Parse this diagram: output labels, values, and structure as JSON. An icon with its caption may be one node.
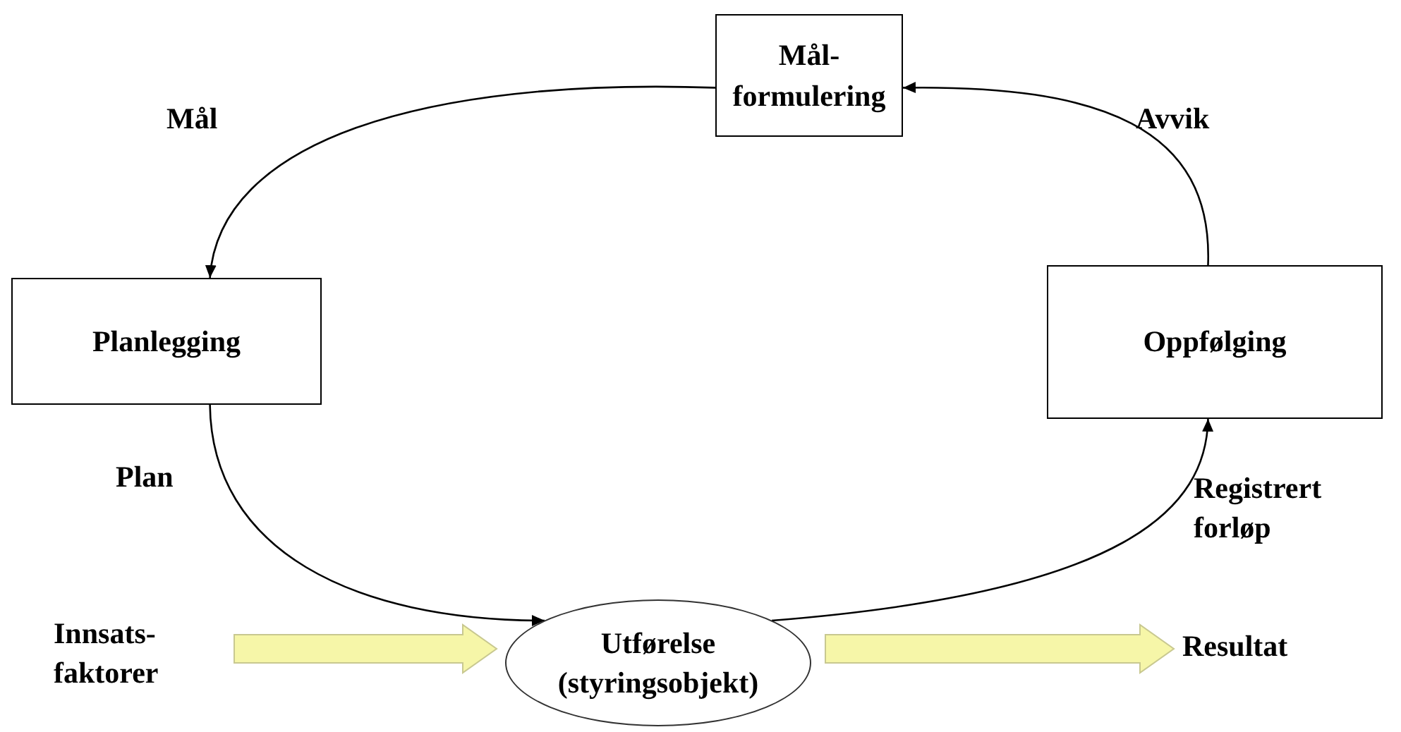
{
  "diagram": {
    "nodes": [
      {
        "text": [
          "Mål- formulering"
        ]
      },
      {
        "text": [
          "Planlegging"
        ]
      },
      {
        "text": [
          "Oppfølging"
        ]
      },
      {
        "text": [
          "Utførelse (styringsobjekt)"
        ]
      },
      {
        "text": [
          "Innsats- faktorer"
        ]
      },
      {
        "text": [
          "Resultat"
        ]
      }
    ],
    "edges": [
      {
        "from": 0,
        "to": 1,
        "arrow": "to",
        "label": "Mål"
      },
      {
        "from": 1,
        "to": 3,
        "arrow": "to",
        "label": "Plan"
      },
      {
        "from": 3,
        "to": 2,
        "arrow": "to",
        "label": "Registrert forløp"
      },
      {
        "from": 2,
        "to": 0,
        "arrow": "to",
        "label": "Avvik"
      },
      {
        "from": 4,
        "to": 3,
        "arrow": "to",
        "style": "thick",
        "color": "#f6f6a8"
      },
      {
        "from": 3,
        "to": 5,
        "arrow": "to",
        "style": "thick",
        "color": "#f6f6a8"
      }
    ]
  }
}
